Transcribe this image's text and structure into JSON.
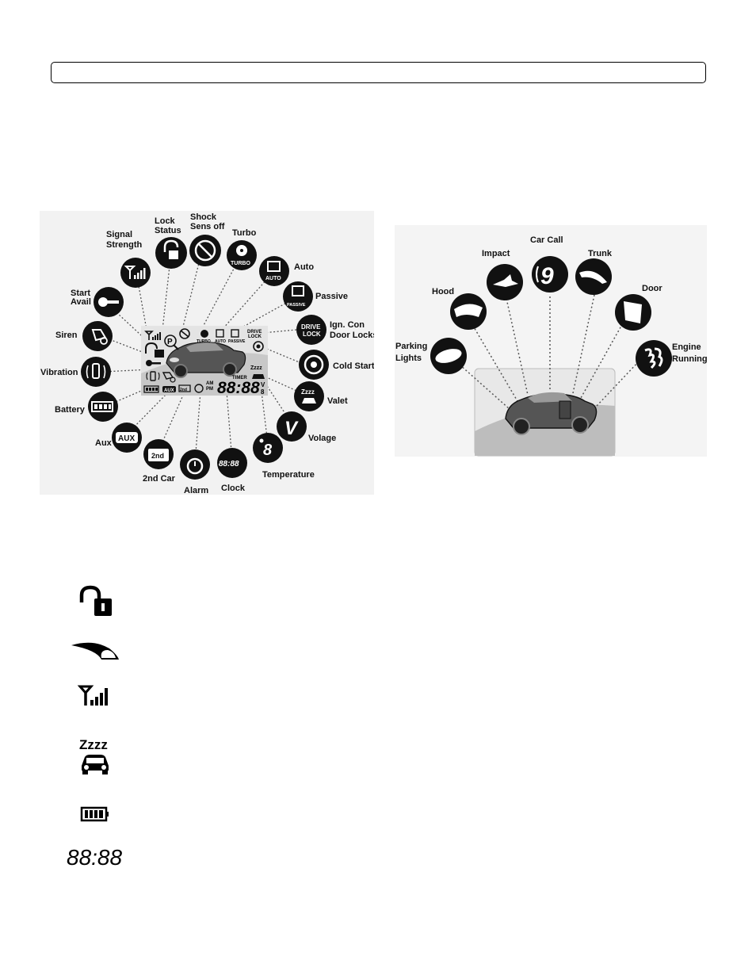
{
  "header": {
    "title": ""
  },
  "left_diagram": {
    "labels": {
      "lock_status": [
        "Lock",
        "Status"
      ],
      "shock_sens_off": [
        "Shock",
        "Sens off"
      ],
      "signal_strength": [
        "Signal",
        "Strength"
      ],
      "turbo": "Turbo",
      "auto": "Auto",
      "start_avail": [
        "Start",
        "Avail"
      ],
      "passive": "Passive",
      "siren": "Siren",
      "ign_con_door_locks": [
        "Ign. Con",
        "Door Locks"
      ],
      "vibration": "Vibration",
      "cold_start": "Cold Start",
      "battery": "Battery",
      "valet": "Valet",
      "aux": "Aux",
      "voltage": "Volage",
      "second_car": "2nd Car",
      "alarm": "Alarm",
      "clock": "Clock",
      "temperature": "Temperature"
    },
    "icon_text": {
      "turbo": "TURBO",
      "auto": "AUTO",
      "passive": "PASSIVE",
      "drive_lock": [
        "DRIVE",
        "LOCK"
      ],
      "aux": "AUX",
      "second_car": "2nd",
      "clock": "88:88",
      "temperature": "8",
      "voltage": "V",
      "valet": "Zzzz"
    },
    "lcd_text": {
      "turbo": "TURBO",
      "auto": "AUTO",
      "passive": "PASSIVE",
      "drive_lock": [
        "DRIVE",
        "LOCK"
      ],
      "timer": "TIMER",
      "am": "AM",
      "pm": "PM",
      "digits": "88:88",
      "aux": "AUX",
      "second": "2nd",
      "zzz": "Zzzz",
      "volt": "V",
      "temp": "8"
    }
  },
  "right_diagram": {
    "labels": {
      "parking_lights": [
        "Parking",
        "Lights"
      ],
      "hood": "Hood",
      "impact": "Impact",
      "car_call": "Car Call",
      "trunk": "Trunk",
      "door": "Door",
      "engine_running": [
        "Engine",
        "Running"
      ]
    }
  },
  "legend": {
    "clock_digits": "88:88",
    "zzz": "Zzzz"
  }
}
